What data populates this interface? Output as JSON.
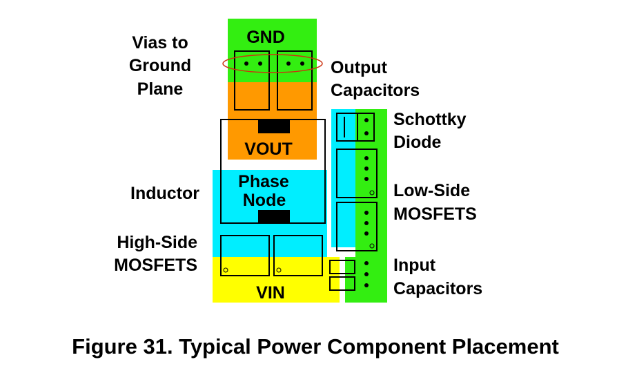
{
  "labels": {
    "vias": [
      "Vias to",
      "Ground",
      "Plane"
    ],
    "output_caps": [
      "Output",
      "Capacitors"
    ],
    "schottky": [
      "Schottky",
      "Diode"
    ],
    "inductor": "Inductor",
    "low_side": [
      "Low-Side",
      "MOSFETS"
    ],
    "high_side": [
      "High-Side",
      "MOSFETS"
    ],
    "input_caps": [
      "Input",
      "Capacitors"
    ]
  },
  "areas": {
    "gnd": "GND",
    "vout": "VOUT",
    "phase": [
      "Phase",
      "Node"
    ],
    "vin": "VIN"
  },
  "caption": "Figure 31. Typical Power Component Placement",
  "colors": {
    "gnd": "#33ee11",
    "vout": "#ff9900",
    "phase": "#00eeff",
    "vin": "#ffff00",
    "via_ring": "#cc3311"
  }
}
